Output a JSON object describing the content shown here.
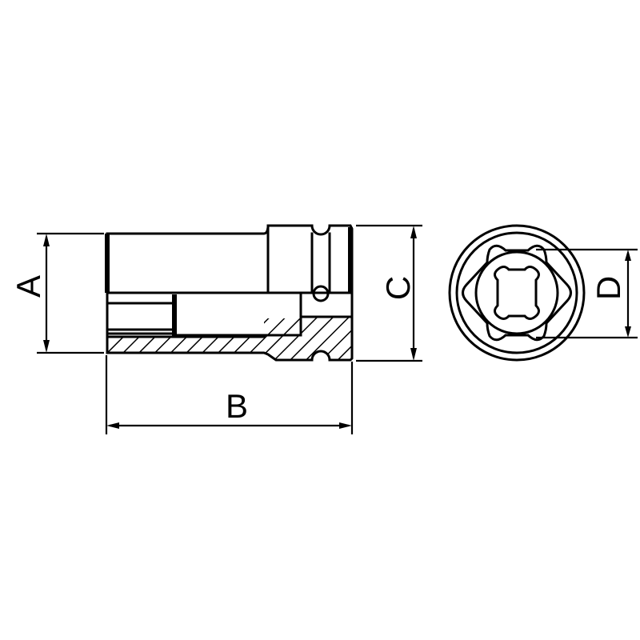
{
  "diagram": {
    "subject": "Deep impact socket technical drawing",
    "views": [
      {
        "name": "side-section-view",
        "description": "Side view with half section (hatched)"
      },
      {
        "name": "end-view",
        "description": "Drive-end view showing hexagon and square drive"
      }
    ],
    "dimensions": {
      "A": {
        "label": "A",
        "meaning": "outer diameter of tube"
      },
      "B": {
        "label": "B",
        "meaning": "overall length"
      },
      "C": {
        "label": "C",
        "meaning": "outer diameter of drive end"
      },
      "D": {
        "label": "D",
        "meaning": "hex across flats"
      }
    },
    "colors": {
      "line": "#000000",
      "background": "#ffffff"
    }
  }
}
